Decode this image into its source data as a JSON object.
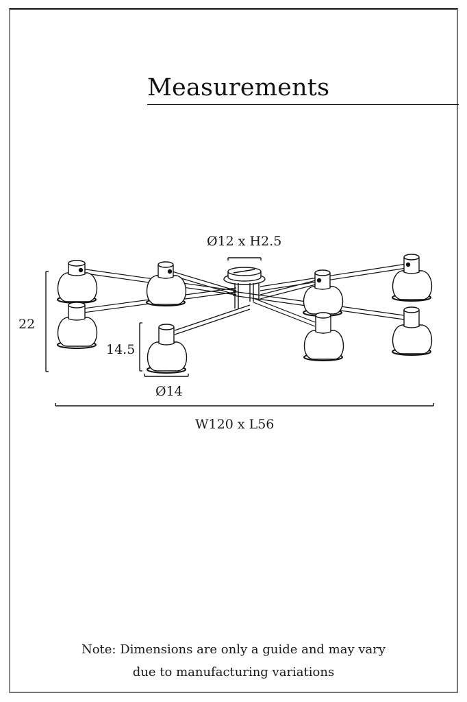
{
  "page": {
    "title": "Measurements"
  },
  "dimensions": {
    "canopy": "Ø12 x H2.5",
    "overall_height": "22",
    "shade_height": "14.5",
    "shade_diameter": "Ø14",
    "overall_width_length": "W120 x L56"
  },
  "note": {
    "line1": "Note: Dimensions are only a guide and may vary",
    "line2": "due to manufacturing variations"
  },
  "colors": {
    "line": "#111111",
    "frame": "#777777"
  }
}
